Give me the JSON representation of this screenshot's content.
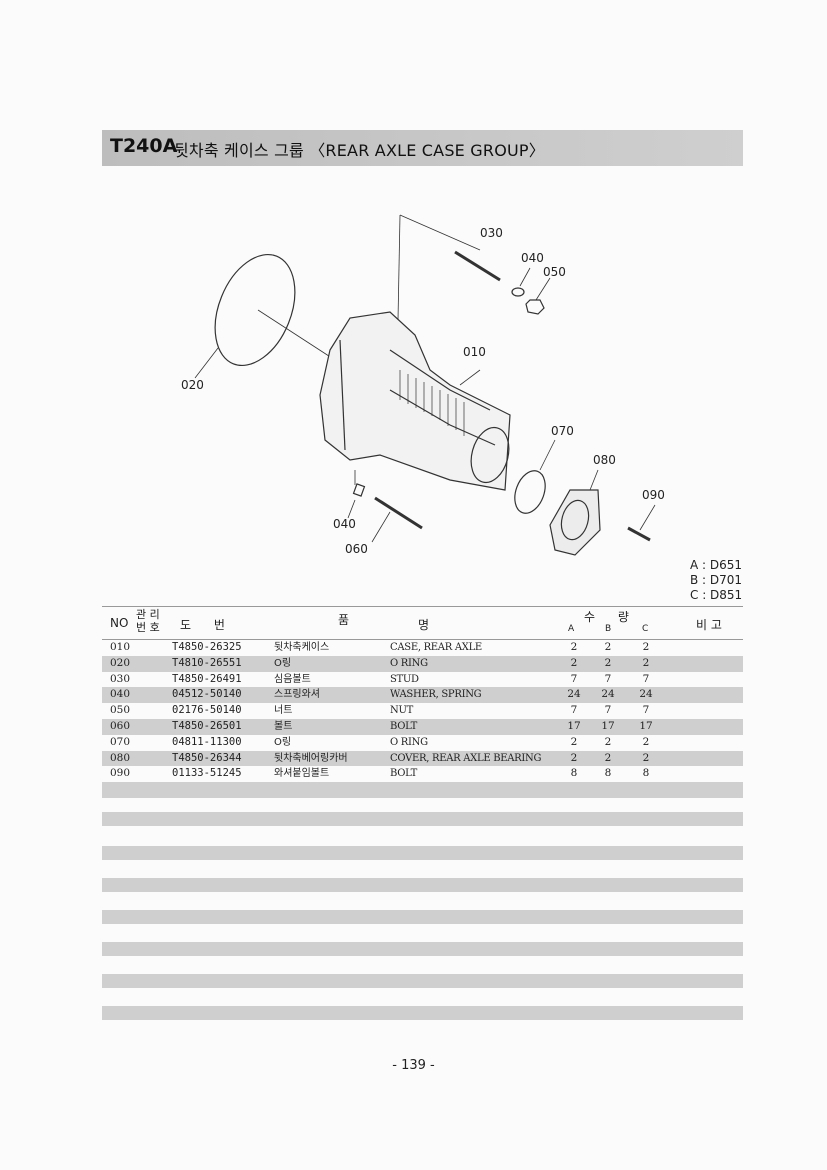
{
  "title": {
    "code": "T240A",
    "text": "뒷차축 케이스 그룹 〈REAR AXLE CASE GROUP〉"
  },
  "callouts": [
    "030",
    "040",
    "050",
    "010",
    "020",
    "070",
    "080",
    "090",
    "040",
    "060"
  ],
  "models": [
    "A : D651",
    "B : D701",
    "C : D851"
  ],
  "table": {
    "headers": {
      "no": "NO",
      "mgmt": "관 리\n번 호",
      "drawing": "도      번",
      "item": "품",
      "name": "명",
      "qty": "수      량",
      "a": "A",
      "b": "B",
      "c": "C",
      "remark": "비 고"
    },
    "rows": [
      {
        "no": "010",
        "part": "T4850-26325",
        "kor": "뒷차축케이스",
        "eng": "CASE, REAR AXLE",
        "a": "2",
        "b": "2",
        "c": "2"
      },
      {
        "no": "020",
        "part": "T4810-26551",
        "kor": "O링",
        "eng": "O RING",
        "a": "2",
        "b": "2",
        "c": "2"
      },
      {
        "no": "030",
        "part": "T4850-26491",
        "kor": "심음볼트",
        "eng": "STUD",
        "a": "7",
        "b": "7",
        "c": "7"
      },
      {
        "no": "040",
        "part": "04512-50140",
        "kor": "스프링와셔",
        "eng": "WASHER, SPRING",
        "a": "24",
        "b": "24",
        "c": "24"
      },
      {
        "no": "050",
        "part": "02176-50140",
        "kor": "너트",
        "eng": "NUT",
        "a": "7",
        "b": "7",
        "c": "7"
      },
      {
        "no": "060",
        "part": "T4850-26501",
        "kor": "볼트",
        "eng": "BOLT",
        "a": "17",
        "b": "17",
        "c": "17"
      },
      {
        "no": "070",
        "part": "04811-11300",
        "kor": "O링",
        "eng": "O RING",
        "a": "2",
        "b": "2",
        "c": "2"
      },
      {
        "no": "080",
        "part": "T4850-26344",
        "kor": "뒷차축베어링카버",
        "eng": "COVER, REAR AXLE BEARING",
        "a": "2",
        "b": "2",
        "c": "2"
      },
      {
        "no": "090",
        "part": "01133-51245",
        "kor": "와셔붙임볼트",
        "eng": "BOLT",
        "a": "8",
        "b": "8",
        "c": "8"
      }
    ]
  },
  "page_number": "- 139 -"
}
